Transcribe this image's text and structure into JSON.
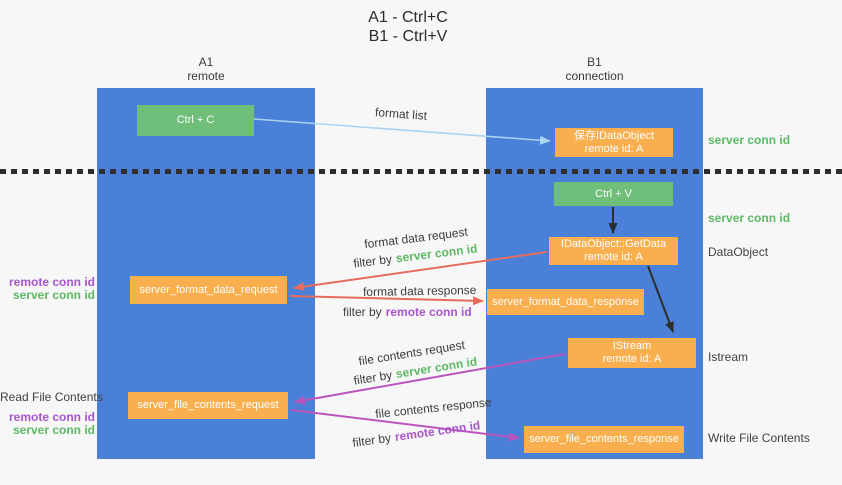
{
  "title": {
    "line1": "A1 - Ctrl+C",
    "line2": "B1 - Ctrl+V"
  },
  "columns": {
    "a1": {
      "name": "A1",
      "role": "remote"
    },
    "b1": {
      "name": "B1",
      "role": "connection"
    }
  },
  "boxes": {
    "ctrl_c": "Ctrl + C",
    "save_dataobject": {
      "line1": "保存IDataObject",
      "line2": "remote id: A"
    },
    "ctrl_v": "Ctrl + V",
    "getdata": {
      "line1": "IDataObject::GetData",
      "line2": "remote id: A"
    },
    "format_request": "server_format_data_request",
    "format_response": "server_format_data_response",
    "istream": {
      "line1": "IStream",
      "line2": "remote id: A"
    },
    "file_request": "server_file_contents_request",
    "file_response": "server_file_contents_response"
  },
  "flow_labels": {
    "format_list": "format list",
    "format_data_request": "format data request",
    "format_data_response": "format data response",
    "file_contents_request": "file contents request",
    "file_contents_response": "file contents response",
    "filter_by": "filter by",
    "server_conn_id": "server conn id",
    "remote_conn_id": "remote conn id"
  },
  "side_labels": {
    "left": {
      "remote_conn_id_1": "remote conn id",
      "server_conn_id_1": "server conn id",
      "read_file_contents": "Read File Contents",
      "remote_conn_id_2": "remote conn id",
      "server_conn_id_2": "server conn id"
    },
    "right": {
      "server_conn_id_1": "server conn id",
      "server_conn_id_2": "server conn id",
      "dataobject": "DataObject",
      "istream": "Istream",
      "write_file_contents": "Write File Contents"
    }
  },
  "colors": {
    "column_blue": "#4a80d7",
    "green_box": "#6fbe79",
    "orange_box": "#f9af4e",
    "green_text": "#5cb964",
    "purple_text": "#a955cb",
    "red_arrow": "#e86c5d",
    "magenta_arrow": "#bd54be",
    "light_blue_arrow": "#a9d4f2",
    "black_arrow": "#2d2d2d"
  }
}
